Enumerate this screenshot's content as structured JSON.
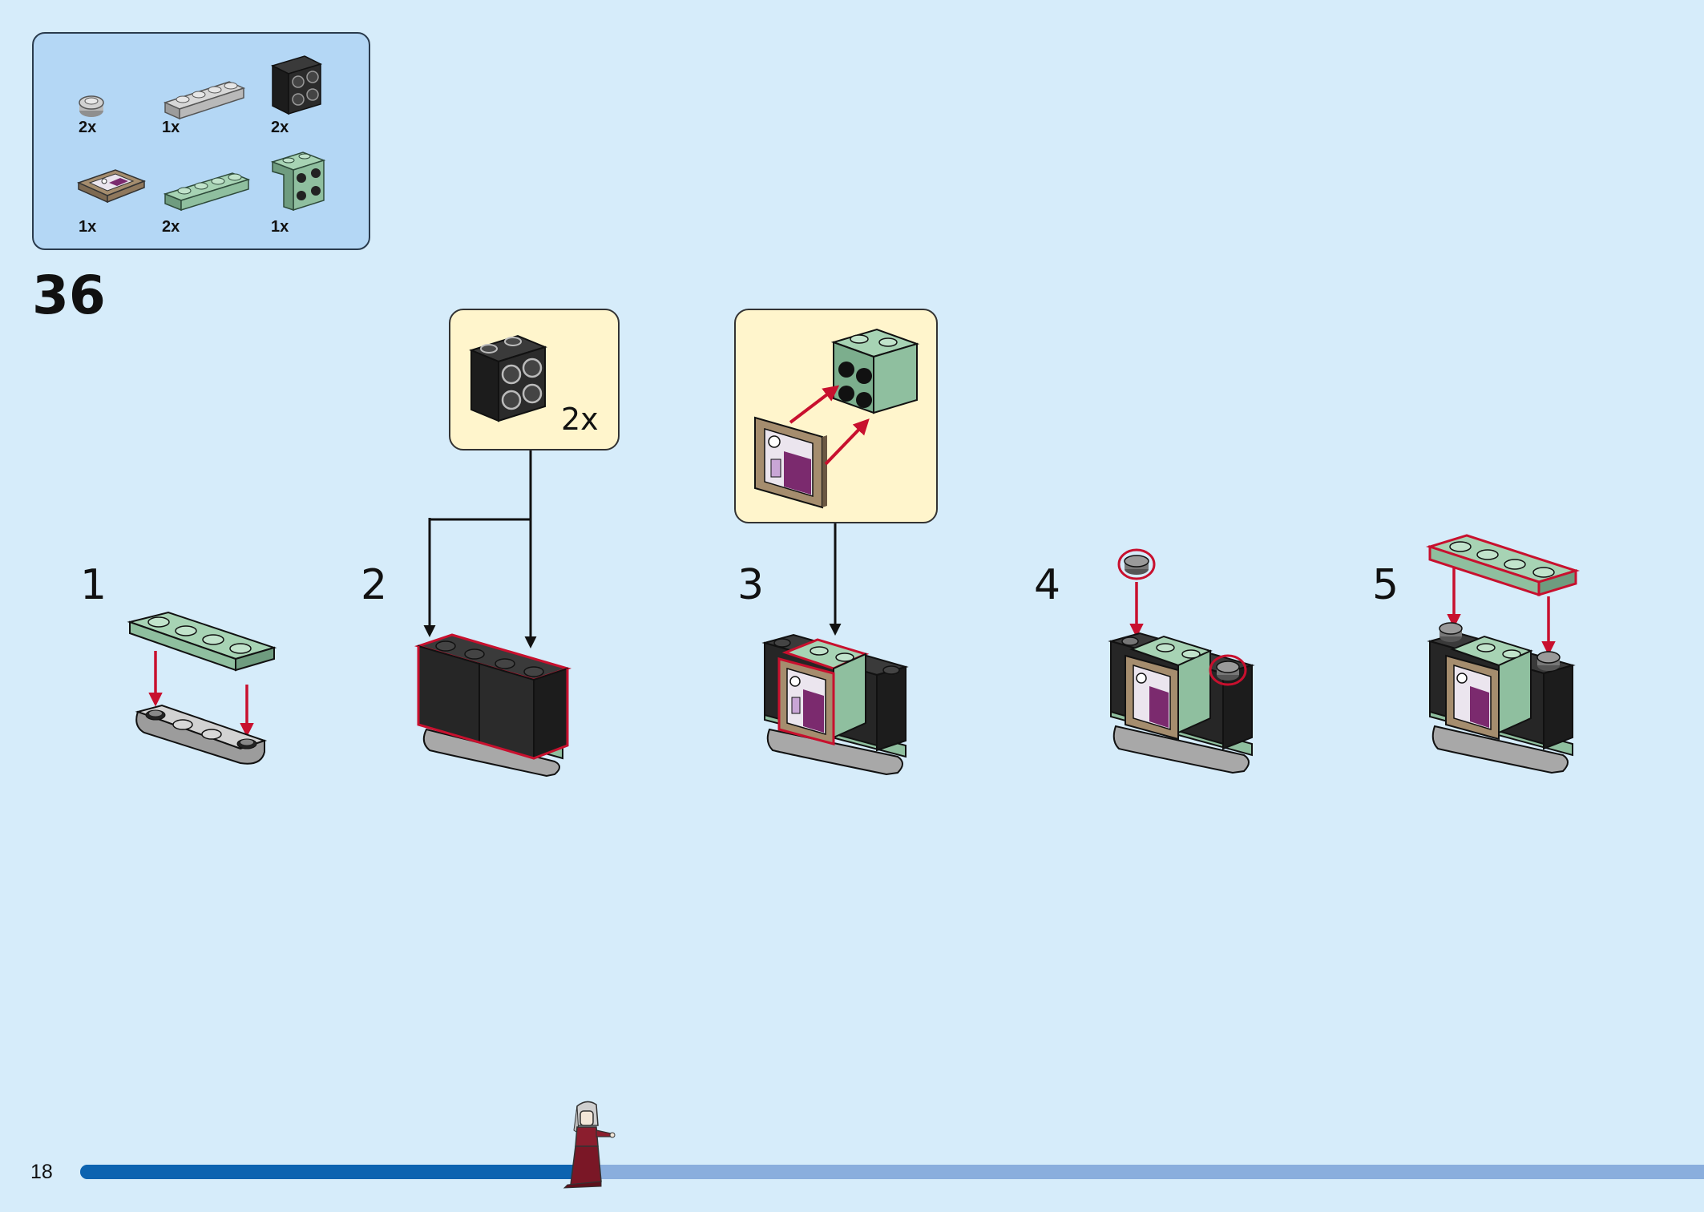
{
  "page": {
    "step_number": "36",
    "page_number": "18",
    "progress_percent": 31
  },
  "parts_list": [
    {
      "qty": "2x",
      "icon": "light-gray-round-plate-1x1"
    },
    {
      "qty": "1x",
      "icon": "light-gray-plate-1x4"
    },
    {
      "qty": "2x",
      "icon": "black-bracket-brick-1x2x2"
    },
    {
      "qty": "1x",
      "icon": "picture-frame-tile-2x2"
    },
    {
      "qty": "2x",
      "icon": "sand-green-plate-1x4"
    },
    {
      "qty": "1x",
      "icon": "sand-green-bracket-2x2"
    }
  ],
  "callouts": {
    "bracket_qty": "2x"
  },
  "substeps": [
    "1",
    "2",
    "3",
    "4",
    "5"
  ],
  "colors": {
    "background": "#d6ecfa",
    "parts_box": "#b4d7f5",
    "callout": "#fff5cc",
    "sand_green": "#8fbf9f",
    "black_brick": "#2b2b2b",
    "light_gray": "#b9b9b9",
    "highlight_red": "#c8102e",
    "progress_done": "#0c63b0",
    "progress_remaining": "#8aaedd"
  }
}
